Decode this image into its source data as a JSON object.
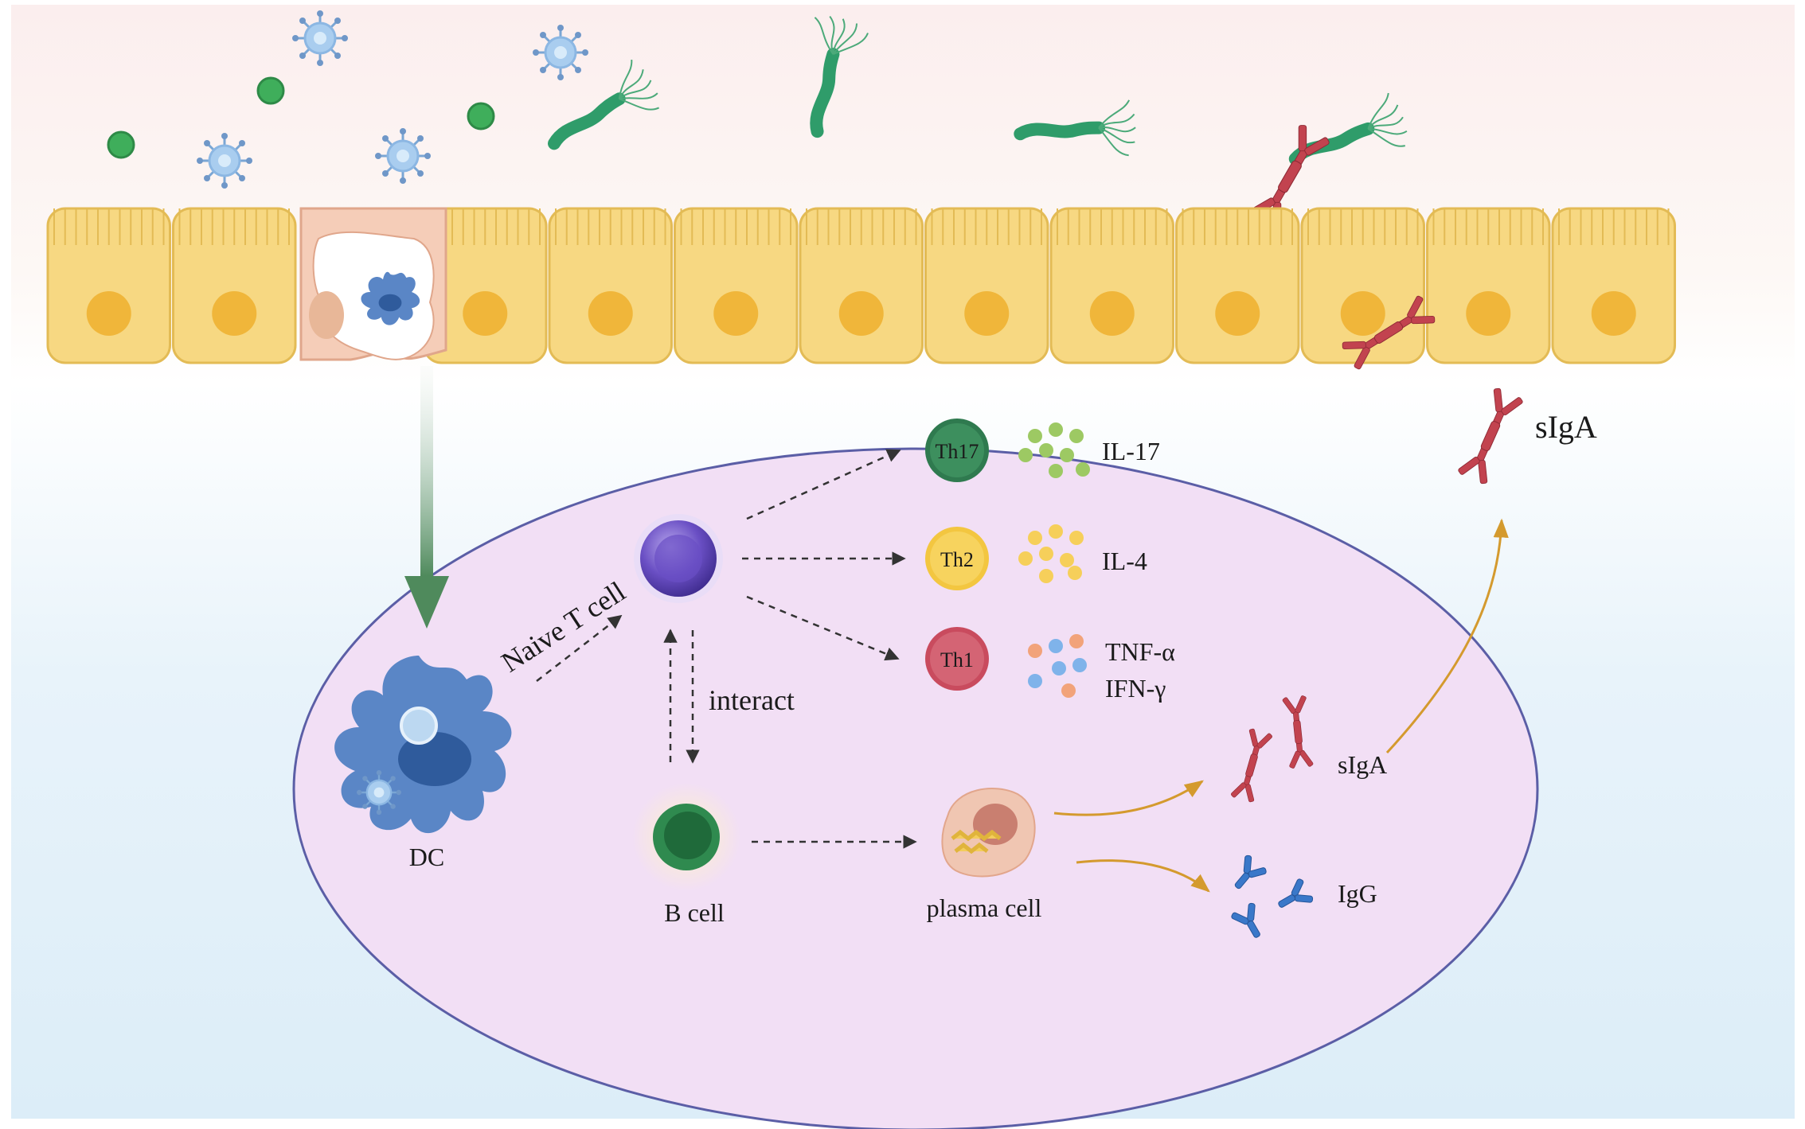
{
  "labels": {
    "naive_t_cell": "Naive T cell",
    "interact": "interact",
    "dc": "DC",
    "b_cell": "B cell",
    "plasma_cell": "plasma cell",
    "th17": "Th17",
    "th2": "Th2",
    "th1": "Th1",
    "il17": "IL-17",
    "il4": "IL-4",
    "tnf": "TNF-α",
    "ifn": "IFN-γ",
    "siga_outer": "sIgA",
    "siga_inner": "sIgA",
    "igg": "IgG"
  },
  "colors": {
    "epithelium": "#f7d882",
    "nucleus": "#f0b63a",
    "ellipse_fill": "#f2dff5",
    "ellipse_stroke": "#5b5ea6",
    "naive_t": "#5b3fb0",
    "th17": "#2f7a4f",
    "th2": "#f3c640",
    "th1": "#c94b5e",
    "b_cell": "#2f8a4f",
    "plasma": "#e7a98f",
    "dc": "#5a86c6",
    "antibody_red": "#c2434f",
    "antibody_blue": "#3a78c9",
    "bacteria": "#2f9c6a",
    "bacteria_dot": "#3fae5b",
    "virus": "#8cb7e3"
  }
}
